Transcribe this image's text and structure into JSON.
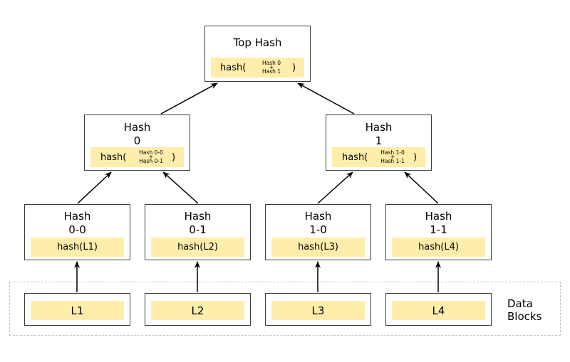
{
  "top": {
    "title": "Top Hash",
    "fn_open": "hash(",
    "fn_close": ")",
    "inputs": [
      "Hash 0",
      "Hash 1"
    ],
    "plus": "+"
  },
  "level1": [
    {
      "title_line1": "Hash",
      "title_line2": "0",
      "fn_open": "hash(",
      "fn_close": ")",
      "inputs": [
        "Hash 0-0",
        "Hash 0-1"
      ],
      "plus": "+"
    },
    {
      "title_line1": "Hash",
      "title_line2": "1",
      "fn_open": "hash(",
      "fn_close": ")",
      "inputs": [
        "Hash 1-0",
        "Hash 1-1"
      ],
      "plus": "+"
    }
  ],
  "level2": [
    {
      "title_line1": "Hash",
      "title_line2": "0-0",
      "formula": "hash(L1)"
    },
    {
      "title_line1": "Hash",
      "title_line2": "0-1",
      "formula": "hash(L2)"
    },
    {
      "title_line1": "Hash",
      "title_line2": "1-0",
      "formula": "hash(L3)"
    },
    {
      "title_line1": "Hash",
      "title_line2": "1-1",
      "formula": "hash(L4)"
    }
  ],
  "blocks": [
    "L1",
    "L2",
    "L3",
    "L4"
  ],
  "region": {
    "label_line1": "Data",
    "label_line2": "Blocks"
  },
  "colors": {
    "bar_fill": "#ffedab",
    "border": "#3c3c3c",
    "arrow": "#000000",
    "dashed": "#c2c2c2"
  }
}
